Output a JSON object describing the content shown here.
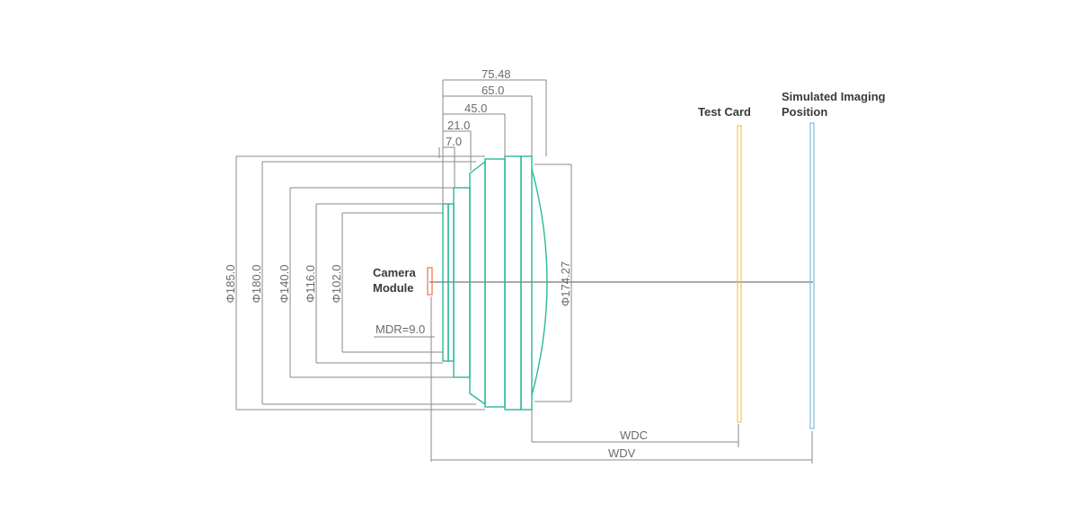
{
  "labels": {
    "camera_module_line1": "Camera",
    "camera_module_line2": "Module",
    "test_card": "Test Card",
    "sim_line1": "Simulated Imaging",
    "sim_line2": "Position"
  },
  "dimensions": {
    "d185": "Φ185.0",
    "d180": "Φ180.0",
    "d140": "Φ140.0",
    "d116": "Φ116.0",
    "d102": "Φ102.0",
    "d174": "Φ174.27",
    "mdr": "MDR=9.0",
    "l75": "75.48",
    "l65": "65.0",
    "l45": "45.0",
    "l21": "21.0",
    "l7": "7.0",
    "wdc": "WDC",
    "wdv": "WDV"
  },
  "colors": {
    "lens": "#2bb79a",
    "dimension_lines": "#8a8a8a",
    "camera_module": "#e8734a",
    "test_card": "#f2c55c",
    "imaging_plane": "#7fbfd6"
  }
}
